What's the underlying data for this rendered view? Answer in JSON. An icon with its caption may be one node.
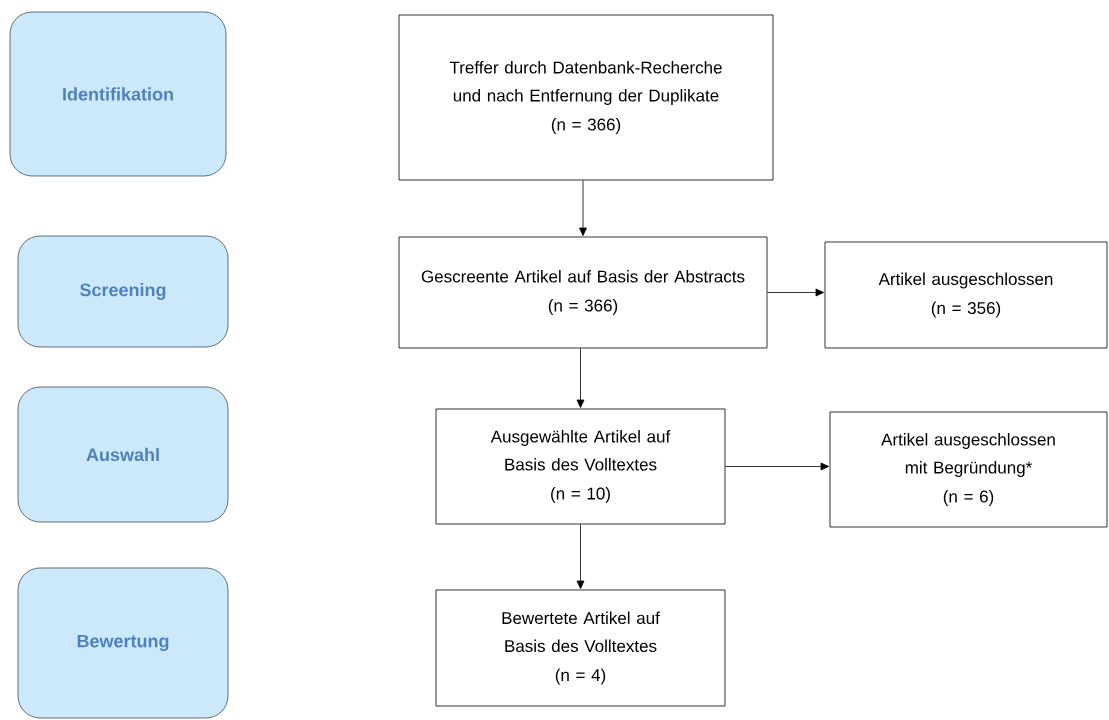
{
  "diagram": {
    "nodes": [
      {
        "text": [
          "Identifikation"
        ]
      },
      {
        "text": [
          "Treffer durch Datenbank-Recherche und nach Entfernung der Duplikate",
          "(n = 366)"
        ]
      },
      {
        "text": [
          "Screening"
        ]
      },
      {
        "text": [
          "Gescreente Artikel auf Basis der Abstracts",
          "(n = 366)"
        ]
      },
      {
        "text": [
          "Artikel ausgeschlossen",
          "(n = 356)"
        ]
      },
      {
        "text": [
          "Auswahl"
        ]
      },
      {
        "text": [
          "Ausgewählte Artikel auf Basis des Volltextes",
          "(n = 10)"
        ]
      },
      {
        "text": [
          "Artikel ausgeschlossen mit Begründung*",
          "(n = 6)"
        ]
      },
      {
        "text": [
          "Bewertung"
        ]
      },
      {
        "text": [
          "Bewertete Artikel auf Basis des Volltextes",
          "(n = 4)"
        ]
      }
    ],
    "edges": [
      {
        "from": 1,
        "to": 3,
        "arrow": "to"
      },
      {
        "from": 3,
        "to": 4,
        "arrow": "to"
      },
      {
        "from": 3,
        "to": 6,
        "arrow": "to"
      },
      {
        "from": 6,
        "to": 7,
        "arrow": "to"
      },
      {
        "from": 6,
        "to": 9,
        "arrow": "to"
      }
    ]
  }
}
